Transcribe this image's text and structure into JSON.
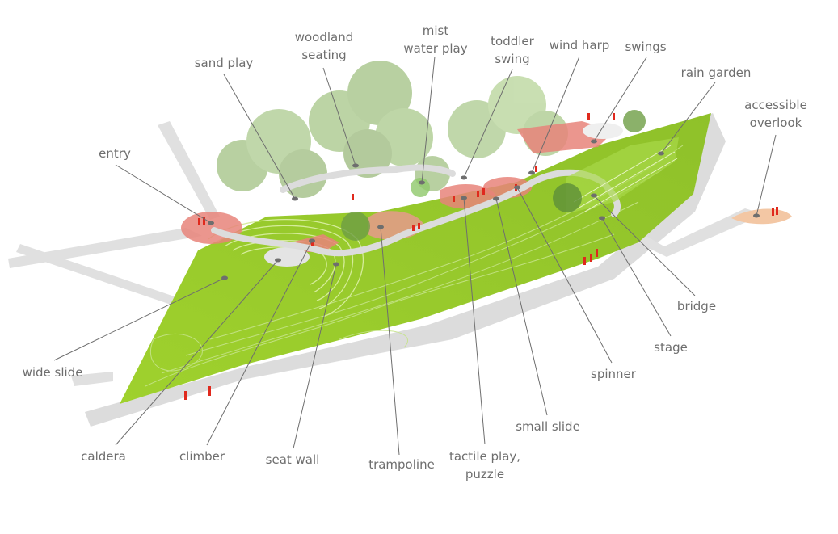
{
  "labels": {
    "woodland_seating": [
      "woodland",
      "seating"
    ],
    "mist_water_play": [
      "mist",
      "water play"
    ],
    "toddler_swing": [
      "toddler",
      "swing"
    ],
    "wind_harp": [
      "wind harp"
    ],
    "swings": [
      "swings"
    ],
    "sand_play": [
      "sand play"
    ],
    "rain_garden": [
      "rain garden"
    ],
    "accessible_overlook": [
      "accessible",
      "overlook"
    ],
    "entry": [
      "entry"
    ],
    "bridge": [
      "bridge"
    ],
    "stage": [
      "stage"
    ],
    "spinner": [
      "spinner"
    ],
    "wide_slide": [
      "wide slide"
    ],
    "small_slide": [
      "small slide"
    ],
    "caldera": [
      "caldera"
    ],
    "climber": [
      "climber"
    ],
    "seat_wall": [
      "seat wall"
    ],
    "trampoline": [
      "trampoline"
    ],
    "tactile_play_puzzle": [
      "tactile play,",
      "puzzle"
    ]
  },
  "colors": {
    "lawn": "#9ccc2e",
    "lawn_dark": "#84b51f",
    "path": "#dcdcdc",
    "plaza": "#e8847a",
    "overlook": "#f3c7a4",
    "tree": "#7fae58",
    "figure": "#e0291d",
    "leader": "#6e6e6e",
    "text": "#6e6e6e"
  }
}
